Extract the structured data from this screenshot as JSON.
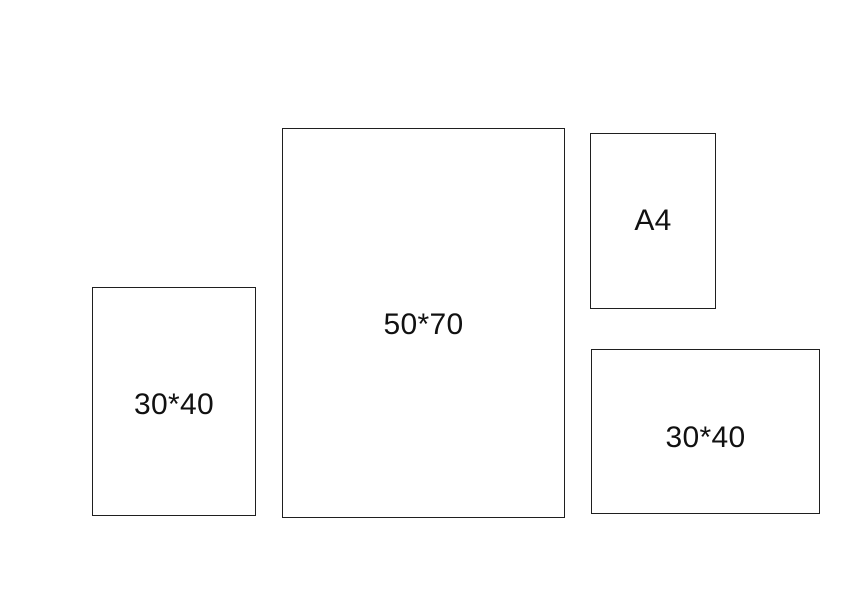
{
  "frames": [
    {
      "label": "30*40"
    },
    {
      "label": "50*70"
    },
    {
      "label": "A4"
    },
    {
      "label": "30*40"
    }
  ]
}
